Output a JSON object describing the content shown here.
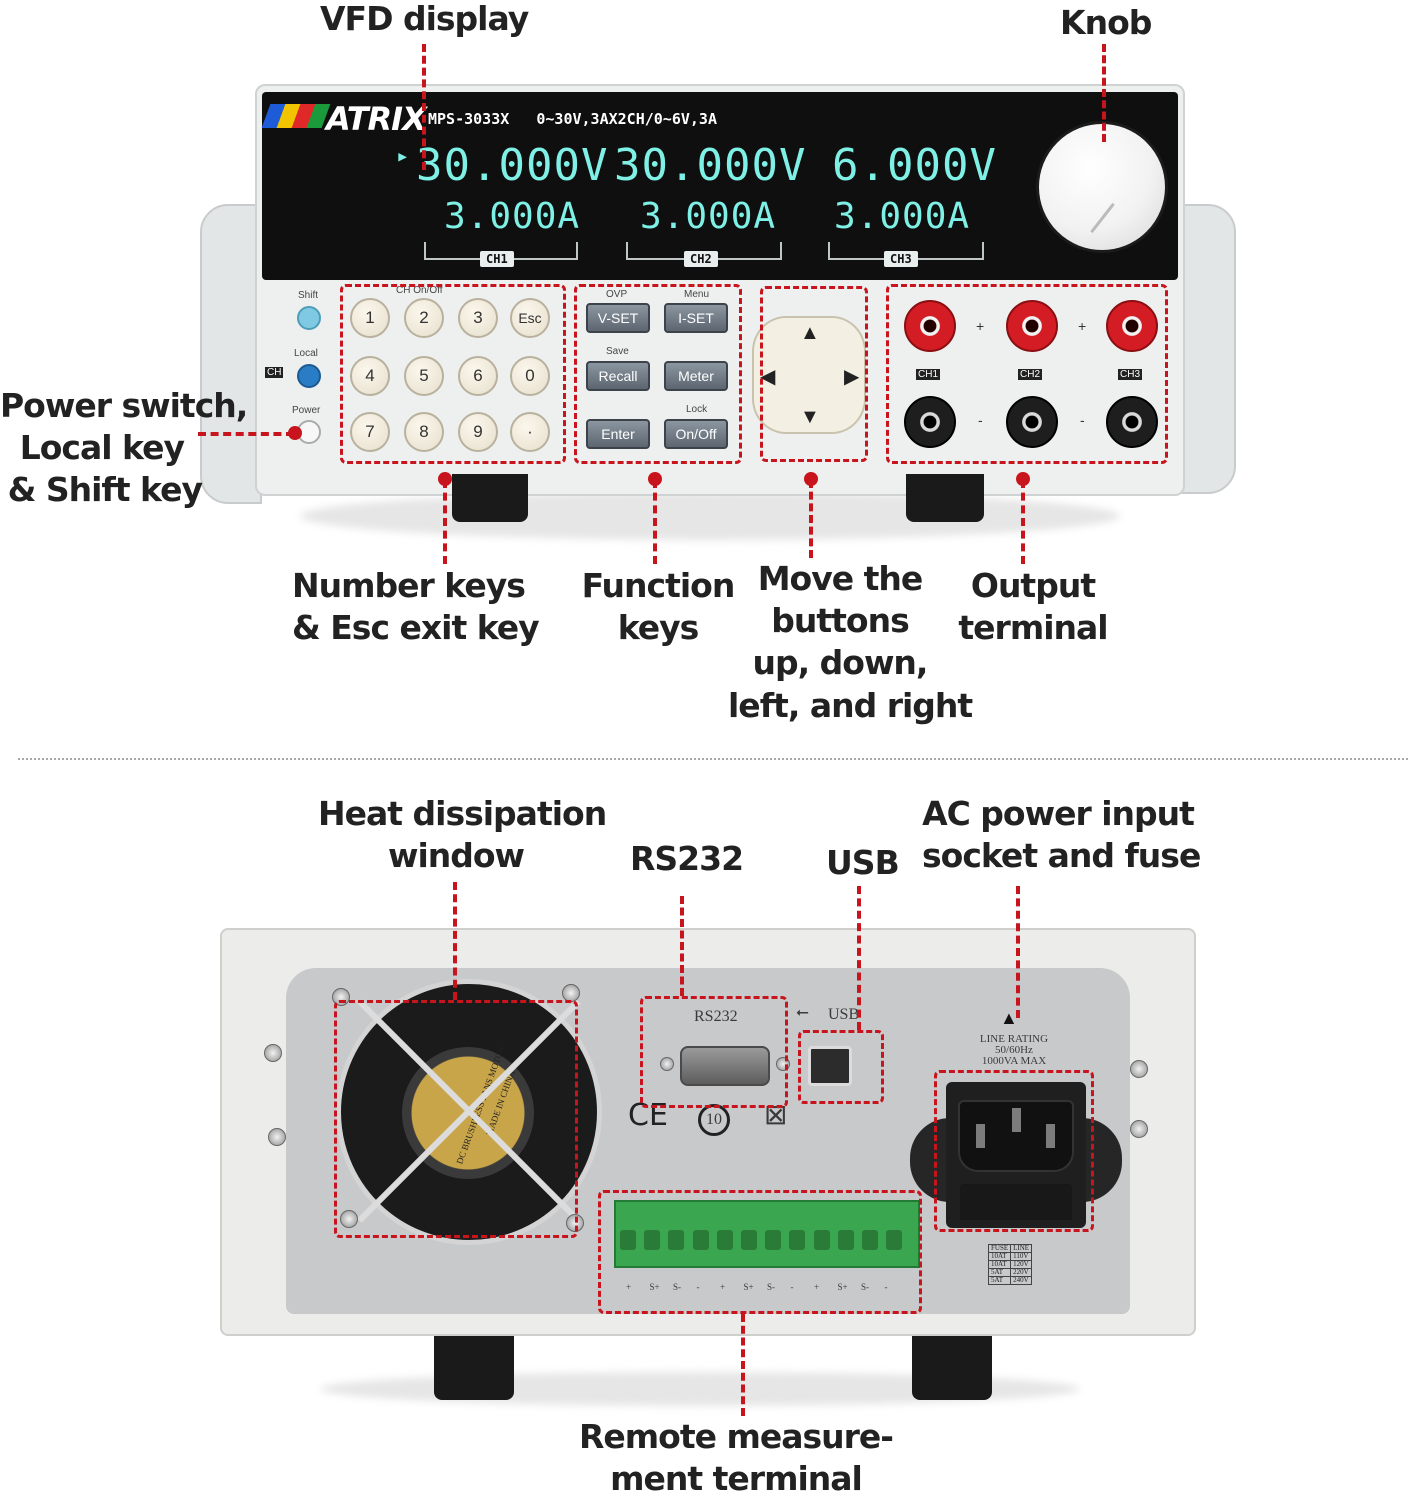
{
  "callouts": {
    "vfd_display": "VFD display",
    "knob": "Knob",
    "power_switch": [
      "Power switch,",
      "Local key",
      "& Shift key"
    ],
    "number_keys": [
      "Number keys",
      "& Esc exit key"
    ],
    "function_keys": [
      "Function",
      "keys"
    ],
    "move_buttons": [
      "Move the",
      "buttons",
      "up, down,",
      "left, and right"
    ],
    "output_terminal": [
      "Output",
      "terminal"
    ],
    "heat_dissipation": [
      "Heat dissipation",
      "window"
    ],
    "rs232": "RS232",
    "usb": "USB",
    "ac_power": [
      "AC power input",
      "socket and fuse"
    ],
    "remote_measurement": [
      "Remote measure-",
      "ment terminal"
    ]
  },
  "front_panel": {
    "brand": "ATRIX",
    "model": "MPS-3033X",
    "spec": "0~30V,3AX2CH/0~6V,3A",
    "channels": [
      {
        "label": "CH1",
        "voltage": "30.000V",
        "current": "3.000A"
      },
      {
        "label": "CH2",
        "voltage": "30.000V",
        "current": "3.000A"
      },
      {
        "label": "CH3",
        "voltage": "6.000V",
        "current": "3.000A"
      }
    ],
    "side_keys": {
      "shift": "Shift",
      "local": "Local",
      "ch": "CH",
      "power": "Power"
    },
    "keypad_title": "CH On/Off",
    "number_keys": [
      "1",
      "2",
      "3",
      "Esc",
      "4",
      "5",
      "6",
      "0",
      "7",
      "8",
      "9",
      "·"
    ],
    "function_labels": {
      "ovp": "OVP",
      "menu": "Menu",
      "save": "Save",
      "lock": "Lock"
    },
    "function_keys": [
      "V-SET",
      "I-SET",
      "Recall",
      "Meter",
      "Enter",
      "On/Off"
    ],
    "arrows": {
      "up": "▲",
      "down": "▼",
      "left": "◀",
      "right": "▶"
    },
    "terminal_labels": [
      "CH1",
      "CH2",
      "CH3"
    ],
    "plus": "+",
    "minus": "-"
  },
  "rear_panel": {
    "rs232_label": "RS232",
    "usb_label": "USB",
    "usb_symbol": "⭠",
    "line_rating": [
      "LINE RATING",
      "50/60Hz",
      "1000VA MAX"
    ],
    "fan_text": [
      "DC BRUSHLESS FANS MOTOR",
      "MADE IN CHINA"
    ],
    "ce_mark": "CE",
    "years_mark": "10",
    "terminal_signs": [
      "+",
      "S+",
      "S-",
      "-",
      "+",
      "S+",
      "S-",
      "-",
      "+",
      "S+",
      "S-",
      "-"
    ],
    "fuse_table": {
      "headers": [
        "FUSE",
        "LINE"
      ],
      "rows": [
        [
          "10AT",
          "110V"
        ],
        [
          "10AT",
          "120V"
        ],
        [
          "5AT",
          "220V"
        ],
        [
          "5AT",
          "240V"
        ]
      ]
    }
  },
  "colors": {
    "callout_line": "#c8141c",
    "vfd_text": "#7ff0e6",
    "terminal_green": "#3aa64f"
  }
}
